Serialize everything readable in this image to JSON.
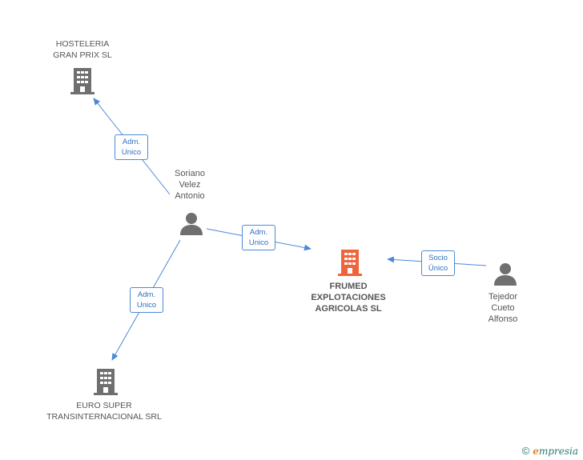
{
  "nodes": {
    "hosteleria": {
      "lines": [
        "HOSTELERIA",
        "GRAN PRIX  SL"
      ],
      "type": "company"
    },
    "soriano": {
      "lines": [
        "Soriano",
        "Velez",
        "Antonio"
      ],
      "type": "person"
    },
    "frumed": {
      "lines": [
        "FRUMED",
        "EXPLOTACIONES",
        "AGRICOLAS SL"
      ],
      "type": "company-focus"
    },
    "tejedor": {
      "lines": [
        "Tejedor",
        "Cueto",
        "Alfonso"
      ],
      "type": "person"
    },
    "eurosuper": {
      "lines": [
        "EURO SUPER",
        "TRANSINTERNACIONAL SRL"
      ],
      "type": "company"
    }
  },
  "edges": {
    "soriano_hosteleria": {
      "lines": [
        "Adm.",
        "Unico"
      ]
    },
    "soriano_frumed": {
      "lines": [
        "Adm.",
        "Unico"
      ]
    },
    "soriano_eurosuper": {
      "lines": [
        "Adm.",
        "Unico"
      ]
    },
    "tejedor_frumed": {
      "lines": [
        "Socio",
        "Único"
      ]
    }
  },
  "colors": {
    "company": "#6f6f6f",
    "focus": "#f0643c",
    "person": "#6f6f6f",
    "edge": "#4a8ad6"
  },
  "footer": {
    "copyright": "©",
    "brand_e": "e",
    "brand_rest": "mpresia"
  }
}
